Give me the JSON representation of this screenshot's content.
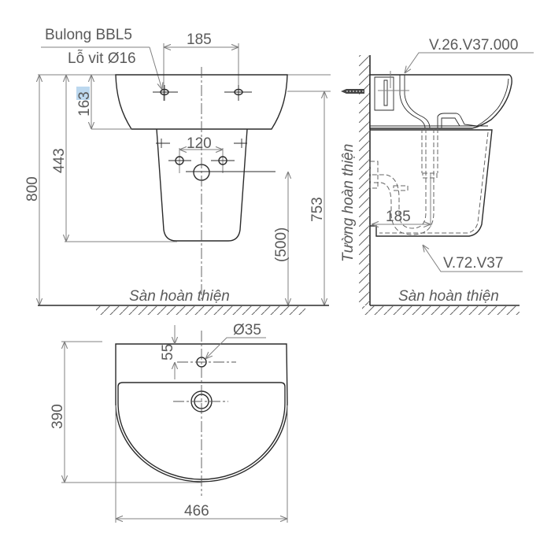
{
  "drawing": {
    "title": "Wall-hung washbasin with half pedestal – dimension drawing",
    "colors": {
      "text": "#5a5a5a",
      "object_line": "#2b2b2b",
      "dimension_line": "#808080",
      "highlight": "#bcd8ef"
    }
  },
  "front_view": {
    "callout_bolt": "Bulong BBL5",
    "callout_hole": "Lỗ vit Ø16",
    "dim_bolt_spacing": "185",
    "dim_basin_height": "163",
    "dim_pedestal_bottom": "443",
    "dim_total_height": "800",
    "dim_drain_holes": "120",
    "dim_drain_height": "(500)",
    "dim_rim_height": "753",
    "floor_label": "Sàn hoàn thiện"
  },
  "side_view": {
    "callout_basin": "V.26.V37.000",
    "callout_pedestal": "V.72.V37",
    "wall_label": "Tường hoàn thiện",
    "dim_trap_offset": "185",
    "floor_label": "Sàn hoàn thiện"
  },
  "top_view": {
    "dim_tap_hole": "Ø35",
    "dim_tap_offset": "55",
    "dim_depth": "390",
    "dim_width": "466"
  }
}
